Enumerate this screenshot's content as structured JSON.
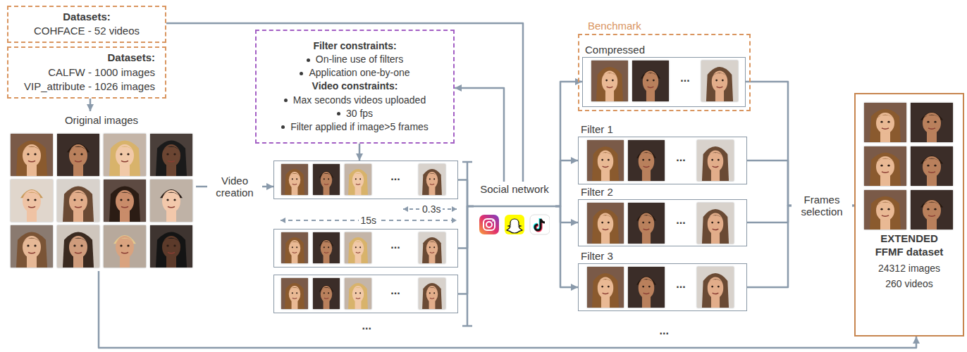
{
  "diagram": {
    "nodes": [
      {
        "text": [
          "Datasets:",
          "COHFACE - 52 videos"
        ]
      },
      {
        "text": [
          "Datasets:",
          "CALFW - 1000 images",
          "VIP_attribute - 1026 images"
        ]
      },
      {
        "text": [
          "Original images"
        ]
      },
      {
        "text": [
          "Filter constraints:",
          "On-line use of filters",
          "Application one-by-one",
          "Video constraints:",
          "Max seconds videos uploaded",
          "30 fps",
          "Filter applied if image>5 frames"
        ]
      },
      {
        "text": [
          "..."
        ]
      },
      {
        "text": [
          "..."
        ]
      },
      {
        "text": [
          "..."
        ]
      },
      {
        "text": [
          "Social network"
        ]
      },
      {
        "text": [
          "Benchmark"
        ]
      },
      {
        "text": [
          "Compressed",
          "..."
        ],
        "in": 8
      },
      {
        "text": [
          "Filter 1",
          "..."
        ]
      },
      {
        "text": [
          "Filter 2",
          "..."
        ]
      },
      {
        "text": [
          "Filter 3",
          "..."
        ]
      },
      {
        "text": [
          "EXTENDED FFMF dataset",
          "24312 images",
          "260 videos"
        ]
      }
    ],
    "edges": [
      {
        "from": 0,
        "to": 7,
        "arrow": "none"
      },
      {
        "from": 1,
        "to": 2,
        "arrow": "to"
      },
      {
        "from": 2,
        "to": 4,
        "label": "Video creation",
        "arrow": "to"
      },
      {
        "from": 3,
        "to": 4,
        "arrow": "to"
      },
      {
        "from": 4,
        "to": 7,
        "arrow": "none"
      },
      {
        "from": 5,
        "to": 7,
        "arrow": "none"
      },
      {
        "from": 6,
        "to": 7,
        "arrow": "none"
      },
      {
        "from": 7,
        "to": 3,
        "arrow": "to"
      },
      {
        "from": 7,
        "to": 9,
        "arrow": "to"
      },
      {
        "from": 7,
        "to": 10,
        "arrow": "to"
      },
      {
        "from": 7,
        "to": 11,
        "arrow": "to"
      },
      {
        "from": 7,
        "to": 12,
        "arrow": "to"
      },
      {
        "from": 9,
        "to": 13,
        "arrow": "none"
      },
      {
        "from": 10,
        "to": 13,
        "label": "Frames selection",
        "arrow": "to"
      },
      {
        "from": 11,
        "to": 13,
        "arrow": "none"
      },
      {
        "from": 12,
        "to": 13,
        "arrow": "none"
      },
      {
        "from": 2,
        "to": 13,
        "arrow": "to"
      }
    ],
    "labels": [
      "0.3s",
      "15s",
      "...",
      "..."
    ]
  }
}
